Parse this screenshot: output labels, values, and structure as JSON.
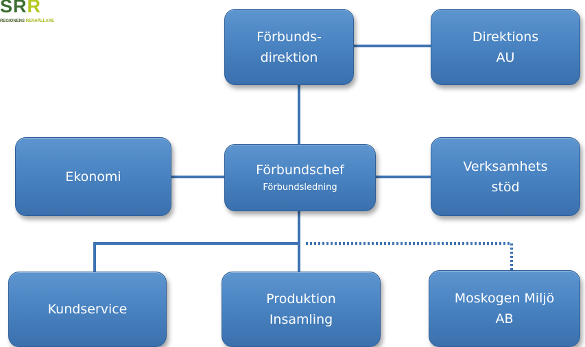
{
  "logo": {
    "letters_a": "SR",
    "letters_b": "R",
    "tagline_a": "REGIONENS ",
    "tagline_b": "RENHÅLLARE"
  },
  "nodes": {
    "forbundsdirektion": {
      "line1": "Förbunds-",
      "line2": "direktion"
    },
    "direktions_au": {
      "line1": "Direktions",
      "line2": "AU"
    },
    "ekonomi": {
      "line1": "Ekonomi"
    },
    "forbundschef": {
      "line1": "Förbundschef",
      "line2": "Förbundsledning"
    },
    "verksamhetsstod": {
      "line1": "Verksamhets",
      "line2": "stöd"
    },
    "kundservice": {
      "line1": "Kundservice"
    },
    "produktion": {
      "line1": "Produktion",
      "line2": "Insamling"
    },
    "moskogen": {
      "line1": "Moskogen Miljö",
      "line2": "AB"
    }
  },
  "colors": {
    "box": "#4a84c2",
    "border": "#2f5f98",
    "connector": "#3f73b3"
  }
}
